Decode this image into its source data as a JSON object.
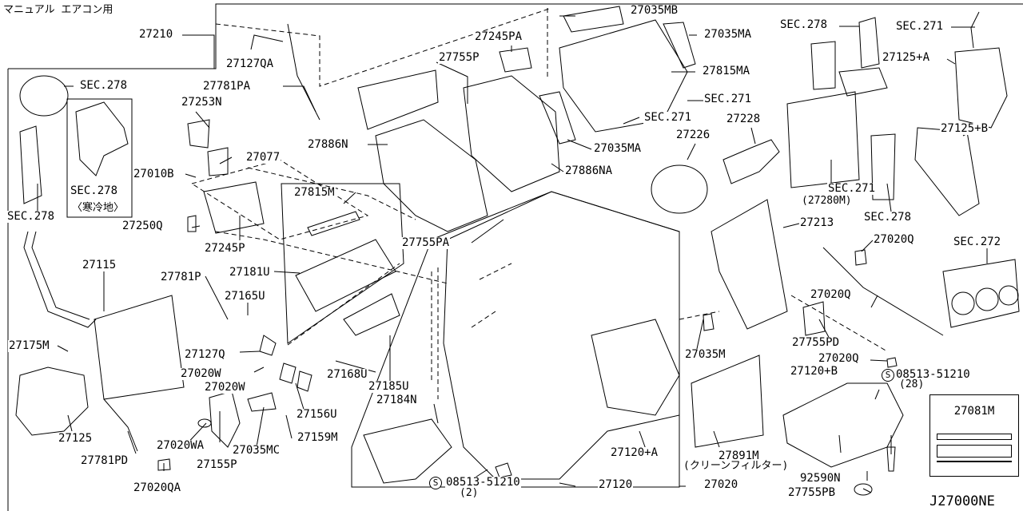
{
  "title": "マニュアル エアコン用",
  "diagram_code": "J27000NE",
  "note_label": {
    "part": "27081M"
  },
  "screw_mark": "S",
  "labels": [
    {
      "id": "l1",
      "text": "27210"
    },
    {
      "id": "l2",
      "text": "27127QA"
    },
    {
      "id": "l3",
      "text": "27781PA"
    },
    {
      "id": "l4",
      "text": "27253N"
    },
    {
      "id": "l5",
      "text": "27077"
    },
    {
      "id": "l6",
      "text": "27010B"
    },
    {
      "id": "l7",
      "text": "27250Q"
    },
    {
      "id": "l8",
      "text": "27245P"
    },
    {
      "id": "l9",
      "text": "27815M"
    },
    {
      "id": "l10",
      "text": "27181U"
    },
    {
      "id": "l11",
      "text": "SEC.278"
    },
    {
      "id": "l12",
      "text": "SEC.278"
    },
    {
      "id": "l13",
      "text": "〈寒冷地〉"
    },
    {
      "id": "l14",
      "text": "SEC.278"
    },
    {
      "id": "l15",
      "text": "27115"
    },
    {
      "id": "l16",
      "text": "27781P"
    },
    {
      "id": "l17",
      "text": "27165U"
    },
    {
      "id": "l18",
      "text": "27127Q"
    },
    {
      "id": "l19",
      "text": "27020W"
    },
    {
      "id": "l20",
      "text": "27020W"
    },
    {
      "id": "l21",
      "text": "27175M"
    },
    {
      "id": "l22",
      "text": "27125"
    },
    {
      "id": "l23",
      "text": "27781PD"
    },
    {
      "id": "l24",
      "text": "27020QA"
    },
    {
      "id": "l25",
      "text": "27020WA"
    },
    {
      "id": "l26",
      "text": "27155P"
    },
    {
      "id": "l27",
      "text": "27035MC"
    },
    {
      "id": "l28",
      "text": "27159M"
    },
    {
      "id": "l29",
      "text": "27156U"
    },
    {
      "id": "l30",
      "text": "27168U"
    },
    {
      "id": "l31",
      "text": "27185U"
    },
    {
      "id": "l32",
      "text": "27184N"
    },
    {
      "id": "l33",
      "text": "08513-51210"
    },
    {
      "id": "l34",
      "text": "(2)"
    },
    {
      "id": "l35",
      "text": "27120"
    },
    {
      "id": "l36",
      "text": "27020"
    },
    {
      "id": "l37",
      "text": "27891M"
    },
    {
      "id": "l38",
      "text": "(クリーンフィルター)"
    },
    {
      "id": "l39",
      "text": "27120+A"
    },
    {
      "id": "l40",
      "text": "27035M"
    },
    {
      "id": "l41",
      "text": "27755PA"
    },
    {
      "id": "l42",
      "text": "27886N"
    },
    {
      "id": "l43",
      "text": "27886NA"
    },
    {
      "id": "l44",
      "text": "27755P"
    },
    {
      "id": "l45",
      "text": "27245PA"
    },
    {
      "id": "l46",
      "text": "27035MB"
    },
    {
      "id": "l47",
      "text": "27035MA"
    },
    {
      "id": "l48",
      "text": "27815MA"
    },
    {
      "id": "l49",
      "text": "SEC.271"
    },
    {
      "id": "l50",
      "text": "SEC.271"
    },
    {
      "id": "l51",
      "text": "27035MA"
    },
    {
      "id": "l52",
      "text": "27226"
    },
    {
      "id": "l53",
      "text": "27228"
    },
    {
      "id": "l54",
      "text": "SEC.278"
    },
    {
      "id": "l55",
      "text": "SEC.271"
    },
    {
      "id": "l56",
      "text": "27125+A"
    },
    {
      "id": "l57",
      "text": "27125+B"
    },
    {
      "id": "l58",
      "text": "SEC.271"
    },
    {
      "id": "l59",
      "text": "(27280M)"
    },
    {
      "id": "l60",
      "text": "SEC.278"
    },
    {
      "id": "l61",
      "text": "27213"
    },
    {
      "id": "l62",
      "text": "27020Q"
    },
    {
      "id": "l63",
      "text": "SEC.272"
    },
    {
      "id": "l64",
      "text": "27020Q"
    },
    {
      "id": "l65",
      "text": "27755PD"
    },
    {
      "id": "l66",
      "text": "27020Q"
    },
    {
      "id": "l67",
      "text": "27120+B"
    },
    {
      "id": "l68",
      "text": "08513-51210"
    },
    {
      "id": "l69",
      "text": "(28)"
    },
    {
      "id": "l70",
      "text": "92590N"
    },
    {
      "id": "l71",
      "text": "27755PB"
    }
  ]
}
